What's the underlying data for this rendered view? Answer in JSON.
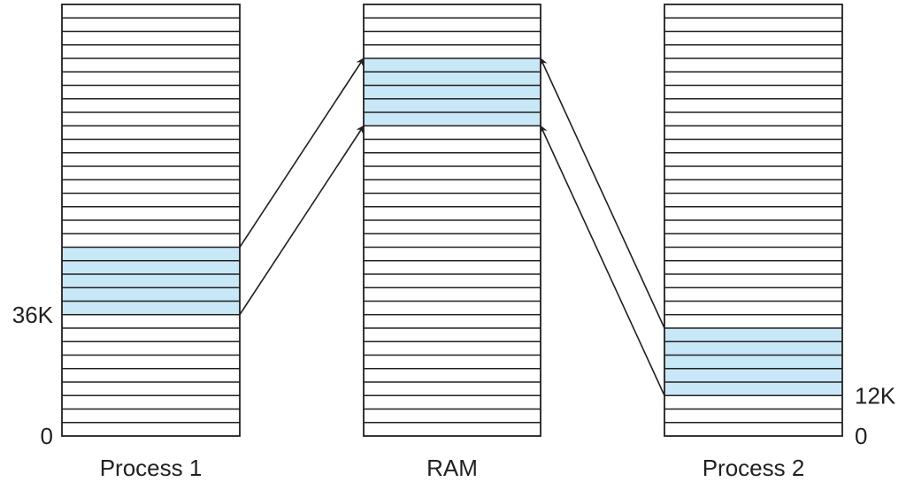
{
  "diagram": {
    "rows_per_block": 32,
    "unit": "4K per row",
    "highlight_color": "#c8e8f7",
    "line_color": "#231f20",
    "blocks": [
      {
        "id": "process1",
        "label": "Process 1",
        "highlight_rows_from_top": [
          18,
          22
        ],
        "address_labels": [
          {
            "text": "36K",
            "side": "left",
            "row_boundary_from_bottom": 9
          },
          {
            "text": "0",
            "side": "left",
            "row_boundary_from_bottom": 0
          }
        ]
      },
      {
        "id": "ram",
        "label": "RAM",
        "highlight_rows_from_top": [
          4,
          8
        ],
        "address_labels": []
      },
      {
        "id": "process2",
        "label": "Process 2",
        "highlight_rows_from_top": [
          24,
          28
        ],
        "address_labels": [
          {
            "text": "12K",
            "side": "right",
            "row_boundary_from_bottom": 3
          },
          {
            "text": "0",
            "side": "right",
            "row_boundary_from_bottom": 0
          }
        ]
      }
    ],
    "mappings": [
      {
        "from": "process1",
        "to": "ram"
      },
      {
        "from": "process2",
        "to": "ram"
      }
    ]
  }
}
